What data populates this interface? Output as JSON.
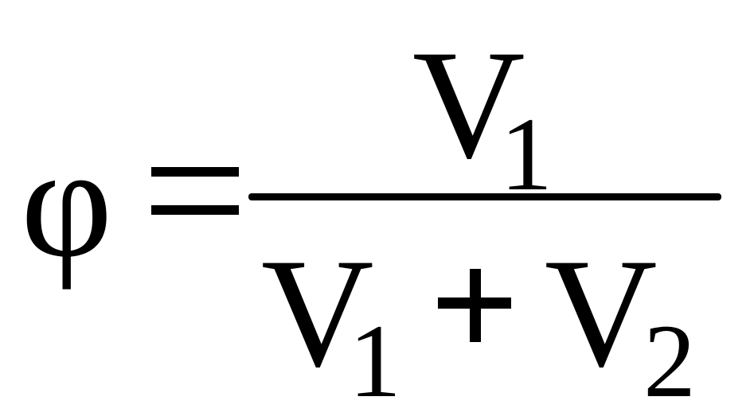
{
  "formula": {
    "lhs": "φ",
    "numerator": {
      "variable": "V",
      "subscript": "1"
    },
    "denominator": {
      "term1": {
        "variable": "V",
        "subscript": "1"
      },
      "term2": {
        "variable": "V",
        "subscript": "2"
      }
    }
  },
  "colors": {
    "background": "#ffffff",
    "ink": "#000000"
  }
}
